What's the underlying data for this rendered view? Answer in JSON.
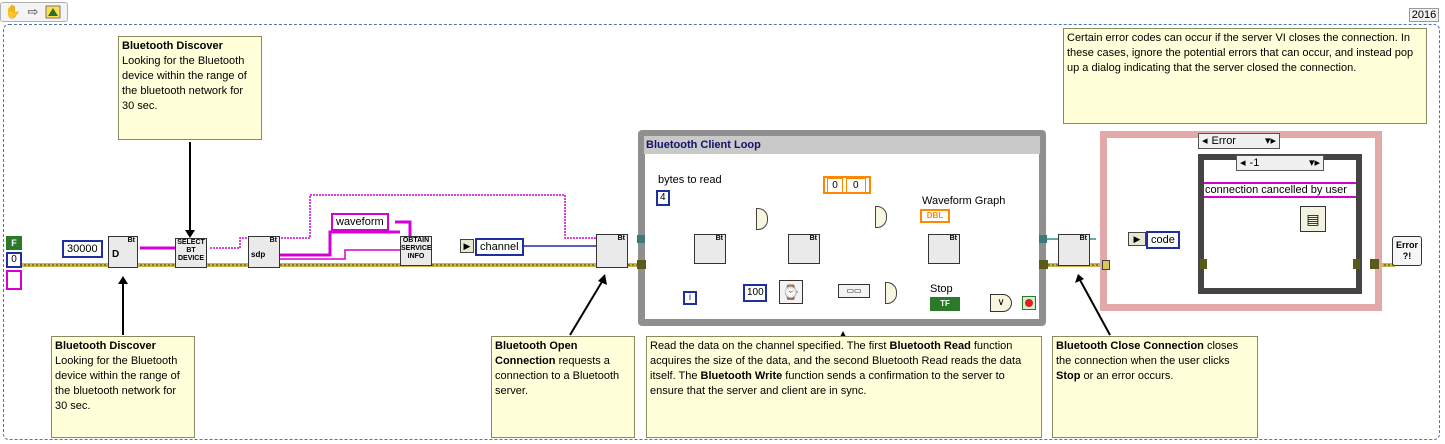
{
  "toolbar": {
    "run_icon": "hand-icon",
    "arrow_icon": "arrow-right-icon",
    "highlight_icon": "highlight-icon"
  },
  "version": "2016",
  "notes": {
    "discover_top": {
      "title": "Bluetooth Discover",
      "body": "Looking for the Bluetooth device within the range of the bluetooth network for 30 sec."
    },
    "discover_bottom": {
      "title": "Bluetooth Discover",
      "body": "Looking for the Bluetooth device within the range of the bluetooth network for 30 sec."
    },
    "open": {
      "title": "Bluetooth Open Connection",
      "body": "requests a connection to a Bluetooth server."
    },
    "read_a": "Read the data on the channel specified. The first ",
    "read_b": "Bluetooth Read",
    "read_c": " function acquires the size of the data, and the second Bluetooth Read reads the data itself.  The ",
    "read_d": "Bluetooth Write",
    "read_e": " function sends a confirmation to the server to ensure that the server and client are in sync.",
    "close_a": "Bluetooth Close Connection",
    "close_b": " closes the connection when the user clicks ",
    "close_c": "Stop",
    "close_d": " or an error occurs.",
    "error_note": "Certain error codes can occur if the server VI closes the connection. In these cases, ignore the potential errors that can occur, and instead pop up a dialog indicating that the server closed the connection."
  },
  "constants": {
    "bool_f": "F",
    "num_zero": "0",
    "timeout": "30000",
    "waveform": "waveform",
    "channel": "channel",
    "bytes_to_read": "bytes to read",
    "bytes_val": "4",
    "wait_ms": "100",
    "array_zero": "0",
    "array_index": "0",
    "stop": "Stop",
    "tf": "TF",
    "iter": "i",
    "dbl": "DBL",
    "waveform_graph": "Waveform Graph",
    "code": "code"
  },
  "nodes": {
    "discover": "Bt",
    "select": "SELECT BT DEVICE",
    "sdp": "sdp",
    "obtain": "OBTAIN SERVICE INFO",
    "discover_d": "D"
  },
  "loop": {
    "title": "Bluetooth Client Loop"
  },
  "case_structure": {
    "selector": "Error",
    "inner_selector": "-1",
    "message": "connection cancelled by user"
  },
  "error_handler": "Error ?!",
  "colors": {
    "wire_error": "#c9b64a",
    "wire_ref": "#2f8f8f",
    "wire_string": "#d400d4",
    "wire_num": "#1e2f9e",
    "note_bg": "#ffffd9"
  }
}
